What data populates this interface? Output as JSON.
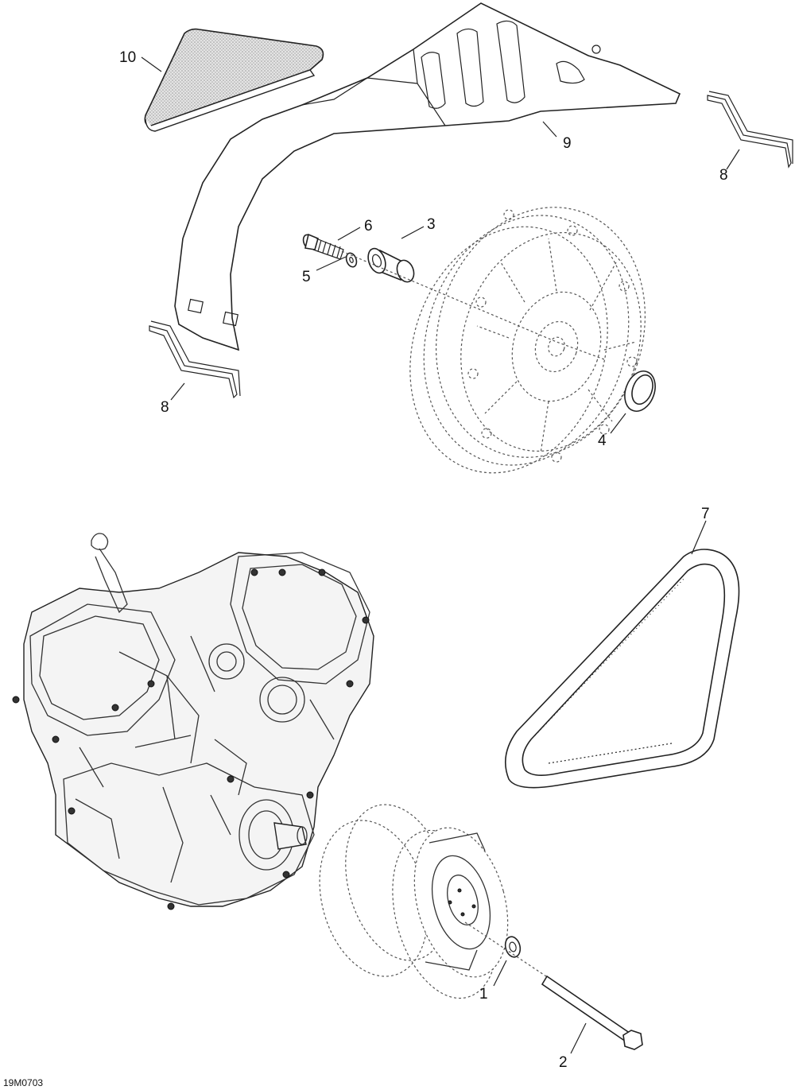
{
  "figure_ref": "19M0703",
  "callouts": {
    "c1": "1",
    "c2": "2",
    "c3": "3",
    "c4": "4",
    "c5": "5",
    "c6": "6",
    "c7": "7",
    "c8a": "8",
    "c8b": "8",
    "c9": "9",
    "c10": "10"
  }
}
